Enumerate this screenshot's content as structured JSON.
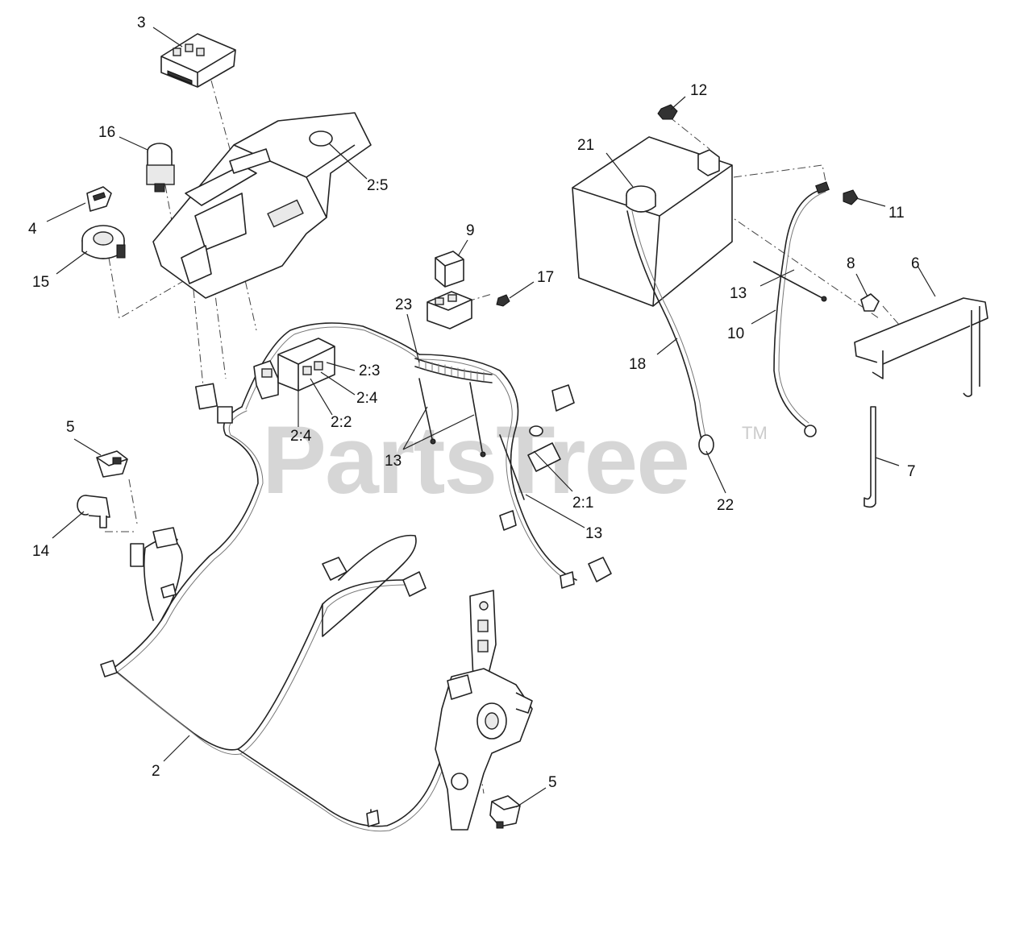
{
  "watermark": {
    "text": "PartsTree",
    "trademark": "TM"
  },
  "callouts": {
    "c3": "3",
    "c16": "16",
    "c4": "4",
    "c15": "15",
    "c25": "2:5",
    "c12": "12",
    "c21": "21",
    "c11": "11",
    "c9": "9",
    "c17": "17",
    "c23": "23",
    "c13a": "13",
    "c8": "8",
    "c6": "6",
    "c10": "10",
    "c18": "18",
    "c23b": "2:3",
    "c24a": "2:4",
    "c22b": "2:2",
    "c24b": "2:4",
    "c5a": "5",
    "c13b": "13",
    "c21b": "2:1",
    "c22": "22",
    "c7": "7",
    "c13c": "13",
    "c14": "14",
    "c2": "2",
    "c5b": "5"
  }
}
